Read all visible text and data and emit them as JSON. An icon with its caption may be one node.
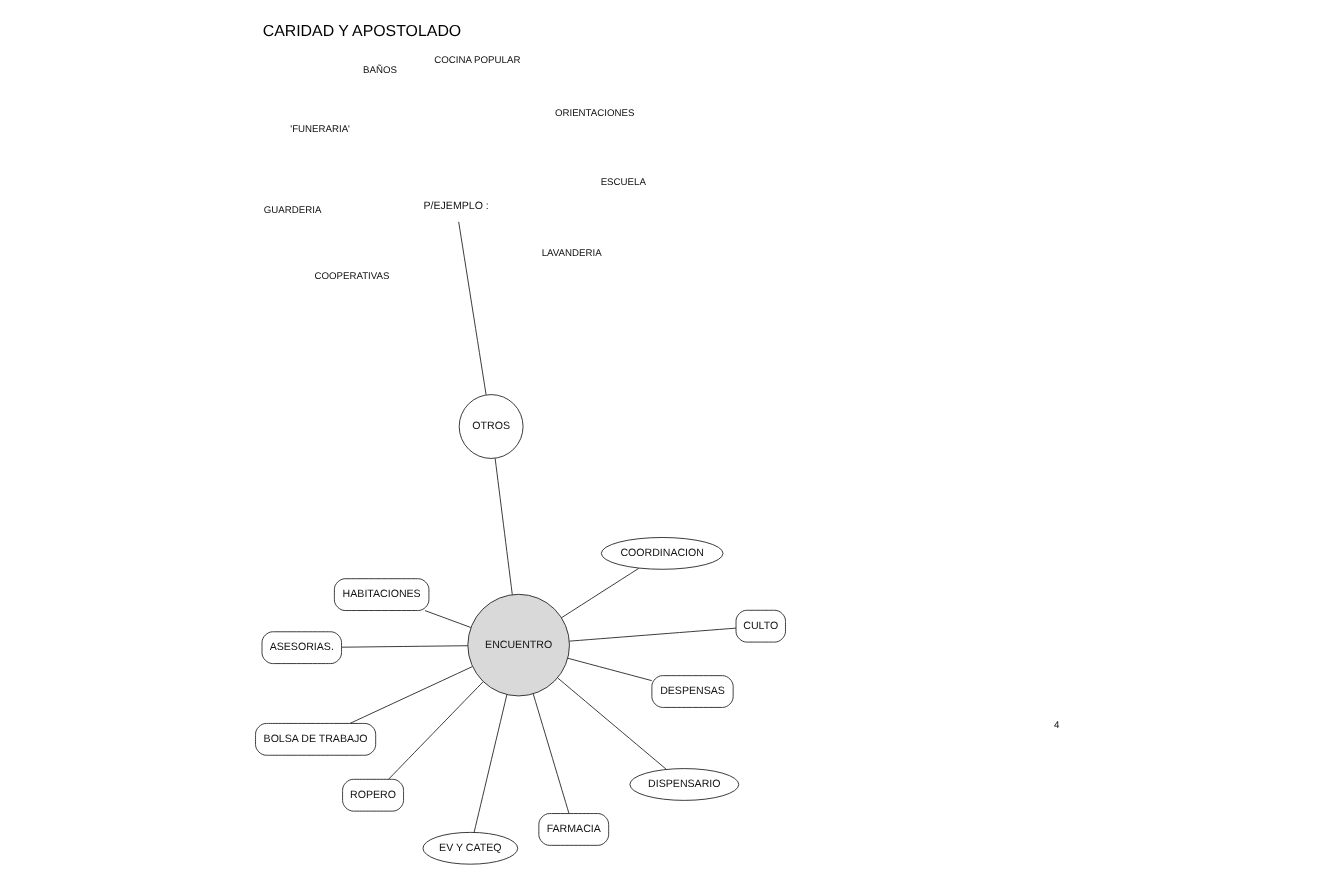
{
  "diagram": {
    "title": "CARIDAD Y APOSTOLADO",
    "nodes": [
      {
        "text": [
          "ENCUENTRO"
        ]
      },
      {
        "text": [
          "CULTO"
        ]
      },
      {
        "text": [
          "EV Y CATEQ"
        ]
      },
      {
        "text": [
          "HABITACIONES"
        ]
      },
      {
        "text": [
          "COORDINACION"
        ]
      },
      {
        "text": [
          "ASESORIAS."
        ]
      },
      {
        "text": [
          "BOLSA DE TRABAJO"
        ]
      },
      {
        "text": [
          "DESPENSAS"
        ]
      },
      {
        "text": [
          "ROPERO"
        ]
      },
      {
        "text": [
          "DISPENSARIO"
        ]
      },
      {
        "text": [
          "FARMACIA"
        ]
      },
      {
        "text": [
          "OTROS"
        ]
      },
      {
        "text": [
          "P/EJEMPLO :"
        ]
      }
    ],
    "edges": [
      {
        "from": 0,
        "to": 1,
        "arrow": "none"
      },
      {
        "from": 0,
        "to": 2,
        "arrow": "none"
      },
      {
        "from": 0,
        "to": 3,
        "arrow": "none"
      },
      {
        "from": 0,
        "to": 4,
        "arrow": "none"
      },
      {
        "from": 0,
        "to": 5,
        "arrow": "none"
      },
      {
        "from": 0,
        "to": 6,
        "arrow": "none"
      },
      {
        "from": 0,
        "to": 7,
        "arrow": "none"
      },
      {
        "from": 0,
        "to": 8,
        "arrow": "none"
      },
      {
        "from": 0,
        "to": 9,
        "arrow": "none"
      },
      {
        "from": 0,
        "to": 10,
        "arrow": "none"
      },
      {
        "from": 0,
        "to": 11,
        "arrow": "none"
      },
      {
        "from": 11,
        "to": 12,
        "arrow": "none"
      }
    ],
    "labels": [
      "4",
      "ORIENTACIONES",
      "LAVANDERIA",
      "ESCUELA",
      "BAÑOS",
      "GUARDERIA",
      "COCINA POPULAR",
      "'FUNERARIA'",
      "COOPERATIVAS"
    ]
  }
}
